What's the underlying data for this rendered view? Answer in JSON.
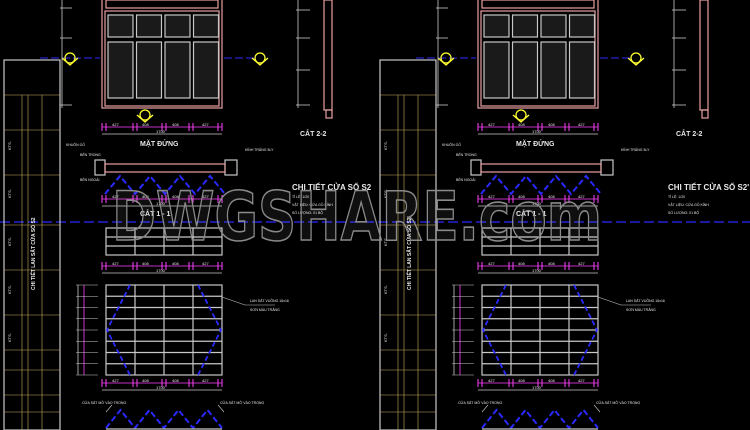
{
  "watermark": "DWGSHARE.com",
  "colors": {
    "background": "#000000",
    "frame": "#e8a0a0",
    "grille": "#c8c8c8",
    "dimension": "#ff40ff",
    "section_marker": "#ffff33",
    "centerline": "#2a2aff",
    "text": "#e8e8e8",
    "title_block": "#c8b060"
  },
  "panels": [
    {
      "elevation_title": "MẶT ĐỨNG",
      "section_2_title": "CẮT 2-2",
      "section_1_title": "CẮT 1 - 1",
      "label_frame": "KHUÔN GỖ",
      "label_inside": "BÊN TRONG",
      "label_outside": "BÊN NGOÀI",
      "label_glass": "KÍNH TRẮNG 5LY",
      "detail_title": "CHI TIẾT CỬA SỔ S2",
      "detail_lines": [
        "TỈ LỆ: 1/20",
        "VẬT LIỆU: CỬA GỖ KÍNH",
        "SỐ LƯỢNG: 01 BỘ"
      ],
      "grille_note": [
        "LAN SẮT VUÔNG 16x16",
        "SƠN MÀU TRẮNG"
      ],
      "opening_left": "CỬA SẮT MỞ VÀO TRONG",
      "opening_right": "CỬA SẮT MỞ VÀO TRONG",
      "dims_width": [
        "427",
        "408",
        "408",
        "427"
      ],
      "dim_total": "1700",
      "title_block_sheet": "CHI TIẾT LAN SẮT CỬA SỔ S2",
      "title_block_labels": [
        "KTS.",
        "KTS.",
        "KTS.",
        "KTS.",
        "KTS."
      ]
    },
    {
      "elevation_title": "MẶT ĐỨNG",
      "section_2_title": "CẮT 2-2",
      "section_1_title": "CẮT 1 - 1",
      "label_frame": "KHUÔN GỖ",
      "label_inside": "BÊN TRONG",
      "label_outside": "BÊN NGOÀI",
      "label_glass": "KÍNH TRẮNG 5LY",
      "detail_title": "CHI TIẾT CỬA SỔ S2'",
      "detail_lines": [
        "TỈ LỆ: 1/20",
        "VẬT LIỆU: CỬA GỖ KÍNH",
        "SỐ LƯỢNG: 01 BỘ"
      ],
      "grille_note": [
        "LAN SẮT VUÔNG 16x16",
        "SƠN MÀU TRẮNG"
      ],
      "opening_left": "CỬA SẮT MỞ VÀO TRONG",
      "opening_right": "CỬA SẮT MỞ VÀO TRONG",
      "dims_width": [
        "427",
        "408",
        "408",
        "427"
      ],
      "dim_total": "1700",
      "title_block_sheet": "CHI TIẾT LAN SẮT CỬA SỔ S2'",
      "title_block_labels": [
        "KTS.",
        "KTS.",
        "KTS.",
        "KTS.",
        "KTS."
      ]
    }
  ]
}
